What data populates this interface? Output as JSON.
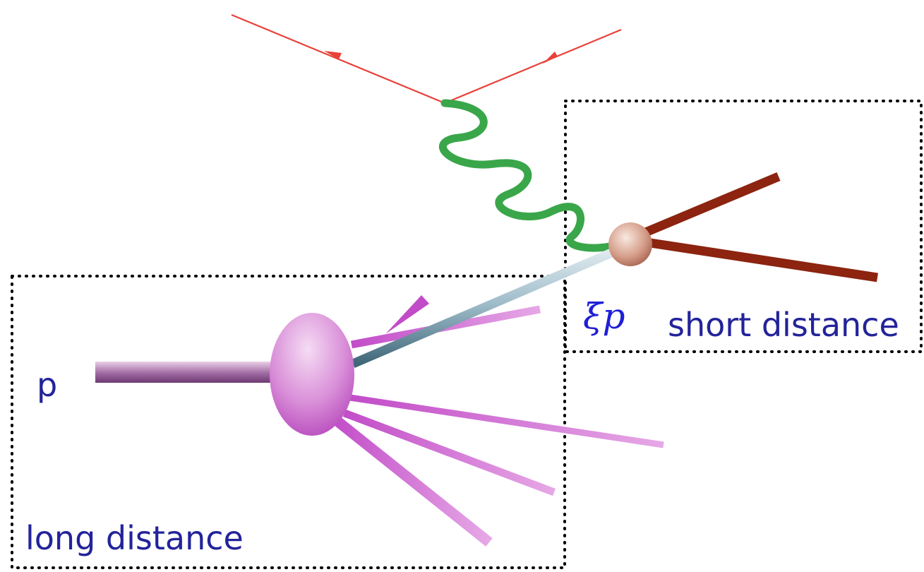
{
  "labels": {
    "proton": "p",
    "momentum_fraction": "ξp",
    "short_distance": "short distance",
    "long_distance": "long distance"
  },
  "colors": {
    "lepton": "#e8413a",
    "photon": "#3aa64a",
    "outgoing_jets": "#8c2410",
    "proton_blob": "#cf72d6",
    "spectator_jets": "#c95ccf",
    "struck_parton": "#a7c3cf",
    "vertex": "#c98a78",
    "label_text": "#23239a",
    "region_border": "#000000"
  },
  "icons": {
    "vertex": "interaction-vertex-icon",
    "proton_blob": "proton-blob-icon"
  }
}
